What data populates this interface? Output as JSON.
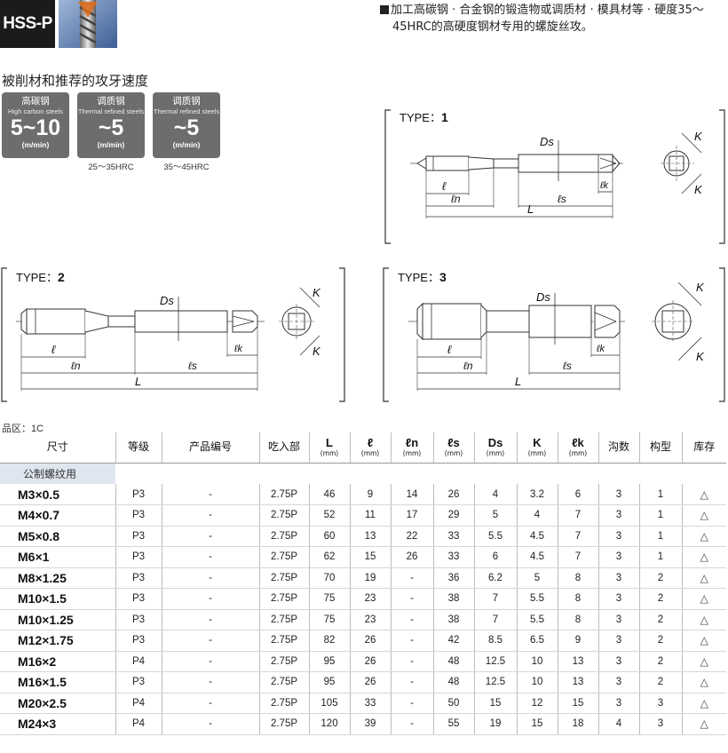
{
  "header": {
    "logo_text": "HSS-P",
    "description_line1": "加工高碳钢 · 合金钢的锻造物或调质材 · 模具材等 · 硬度35～",
    "description_line2": "45HRC的高硬度钢材专用的螺旋丝攻。"
  },
  "speed": {
    "title": "被削材和推荐的攻牙速度",
    "boxes": [
      {
        "zh": "高碳钢",
        "en": "High carbon steels",
        "value": "5~10",
        "unit": "(m/min)",
        "hrc": ""
      },
      {
        "zh": "调质钢",
        "en": "Thermal refined steels",
        "value": "~5",
        "unit": "(m/min)",
        "hrc": "25～35HRC"
      },
      {
        "zh": "调质钢",
        "en": "Thermal refined steels",
        "value": "~5",
        "unit": "(m/min)",
        "hrc": "35～45HRC"
      }
    ]
  },
  "diagrams": {
    "type1": {
      "prefix": "TYPE：",
      "num": "1"
    },
    "type2": {
      "prefix": "TYPE：",
      "num": "2"
    },
    "type3": {
      "prefix": "TYPE：",
      "num": "3"
    },
    "labels": {
      "ds": "Ds",
      "l": "ℓ",
      "ln": "ℓn",
      "ls": "ℓs",
      "lk": "ℓk",
      "L": "L",
      "K": "K"
    }
  },
  "region_label": "品区：1C",
  "table": {
    "headers": {
      "size": "尺寸",
      "grade": "等级",
      "product_no": "产品编号",
      "chamfer": "吃入部",
      "L": "L",
      "l": "ℓ",
      "ln": "ℓn",
      "ls": "ℓs",
      "Ds": "Ds",
      "K": "K",
      "lk": "ℓk",
      "unit": "(mm)",
      "flutes": "沟数",
      "type": "构型",
      "stock": "库存"
    },
    "group_label": "公制螺纹用",
    "rows": [
      {
        "size": "M3×0.5",
        "grade": "P3",
        "product_no": "-",
        "chamfer": "2.75P",
        "L": "46",
        "l": "9",
        "ln": "14",
        "ls": "26",
        "Ds": "4",
        "K": "3.2",
        "lk": "6",
        "flutes": "3",
        "type": "1",
        "stock": "△"
      },
      {
        "size": "M4×0.7",
        "grade": "P3",
        "product_no": "-",
        "chamfer": "2.75P",
        "L": "52",
        "l": "11",
        "ln": "17",
        "ls": "29",
        "Ds": "5",
        "K": "4",
        "lk": "7",
        "flutes": "3",
        "type": "1",
        "stock": "△"
      },
      {
        "size": "M5×0.8",
        "grade": "P3",
        "product_no": "-",
        "chamfer": "2.75P",
        "L": "60",
        "l": "13",
        "ln": "22",
        "ls": "33",
        "Ds": "5.5",
        "K": "4.5",
        "lk": "7",
        "flutes": "3",
        "type": "1",
        "stock": "△"
      },
      {
        "size": "M6×1",
        "grade": "P3",
        "product_no": "-",
        "chamfer": "2.75P",
        "L": "62",
        "l": "15",
        "ln": "26",
        "ls": "33",
        "Ds": "6",
        "K": "4.5",
        "lk": "7",
        "flutes": "3",
        "type": "1",
        "stock": "△"
      },
      {
        "size": "M8×1.25",
        "grade": "P3",
        "product_no": "-",
        "chamfer": "2.75P",
        "L": "70",
        "l": "19",
        "ln": "-",
        "ls": "36",
        "Ds": "6.2",
        "K": "5",
        "lk": "8",
        "flutes": "3",
        "type": "2",
        "stock": "△"
      },
      {
        "size": "M10×1.5",
        "grade": "P3",
        "product_no": "-",
        "chamfer": "2.75P",
        "L": "75",
        "l": "23",
        "ln": "-",
        "ls": "38",
        "Ds": "7",
        "K": "5.5",
        "lk": "8",
        "flutes": "3",
        "type": "2",
        "stock": "△"
      },
      {
        "size": "M10×1.25",
        "grade": "P3",
        "product_no": "-",
        "chamfer": "2.75P",
        "L": "75",
        "l": "23",
        "ln": "-",
        "ls": "38",
        "Ds": "7",
        "K": "5.5",
        "lk": "8",
        "flutes": "3",
        "type": "2",
        "stock": "△"
      },
      {
        "size": "M12×1.75",
        "grade": "P3",
        "product_no": "-",
        "chamfer": "2.75P",
        "L": "82",
        "l": "26",
        "ln": "-",
        "ls": "42",
        "Ds": "8.5",
        "K": "6.5",
        "lk": "9",
        "flutes": "3",
        "type": "2",
        "stock": "△"
      },
      {
        "size": "M16×2",
        "grade": "P4",
        "product_no": "-",
        "chamfer": "2.75P",
        "L": "95",
        "l": "26",
        "ln": "-",
        "ls": "48",
        "Ds": "12.5",
        "K": "10",
        "lk": "13",
        "flutes": "3",
        "type": "2",
        "stock": "△"
      },
      {
        "size": "M16×1.5",
        "grade": "P3",
        "product_no": "-",
        "chamfer": "2.75P",
        "L": "95",
        "l": "26",
        "ln": "-",
        "ls": "48",
        "Ds": "12.5",
        "K": "10",
        "lk": "13",
        "flutes": "3",
        "type": "2",
        "stock": "△"
      },
      {
        "size": "M20×2.5",
        "grade": "P4",
        "product_no": "-",
        "chamfer": "2.75P",
        "L": "105",
        "l": "33",
        "ln": "-",
        "ls": "50",
        "Ds": "15",
        "K": "12",
        "lk": "15",
        "flutes": "3",
        "type": "3",
        "stock": "△"
      },
      {
        "size": "M24×3",
        "grade": "P4",
        "product_no": "-",
        "chamfer": "2.75P",
        "L": "120",
        "l": "39",
        "ln": "-",
        "ls": "55",
        "Ds": "19",
        "K": "15",
        "lk": "18",
        "flutes": "4",
        "type": "3",
        "stock": "△"
      }
    ]
  }
}
